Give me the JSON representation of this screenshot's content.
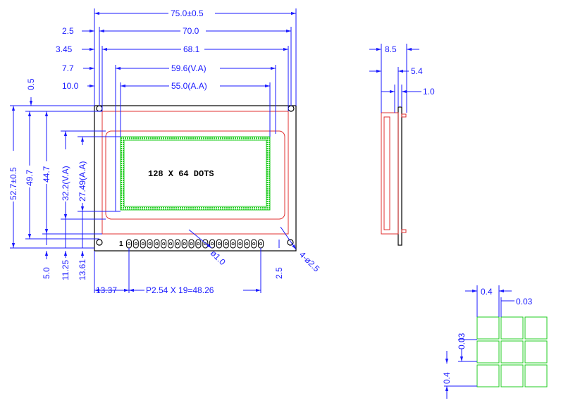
{
  "front": {
    "width_overall": "75.0±0.5",
    "width_pcb_holes": "70.0",
    "width_bezel": "68.1",
    "width_va": "59.6(V.A)",
    "width_aa": "55.0(A.A)",
    "left_2_5": "2.5",
    "left_3_45": "3.45",
    "left_7_7": "7.7",
    "left_10_0": "10.0",
    "top_0_5": "0.5",
    "height_overall": "52.7±0.5",
    "height_49_7": "49.7",
    "height_44_7": "44.7",
    "height_va": "32.2(V.A)",
    "height_aa": "27.49(A.A)",
    "bottom_5_0": "5.0",
    "bottom_11_25": "11.25",
    "bottom_13_61": "13.61",
    "pin_offset": "13.37",
    "pin_pitch": "P2.54 X 19=48.26",
    "hole_right_2_5": "2.5",
    "pin_dia": "ø1.0",
    "mount_holes": "4-ø2.5",
    "display_text": "128 X 64 DOTS",
    "pin1_label": "1",
    "pin_count": 20
  },
  "side": {
    "thickness_total": "8.5",
    "thickness_5_4": "5.4",
    "pcb_1_0": "1.0"
  },
  "dot_detail": {
    "dot_size_h": "0.4",
    "gap_h": "0.03",
    "gap_v": "0.03",
    "dot_size_v": "0.4"
  },
  "colors": {
    "dimension": "#1a1aff",
    "outline": "#000000",
    "bezel": "#e03030",
    "active_area": "#22cc22"
  }
}
